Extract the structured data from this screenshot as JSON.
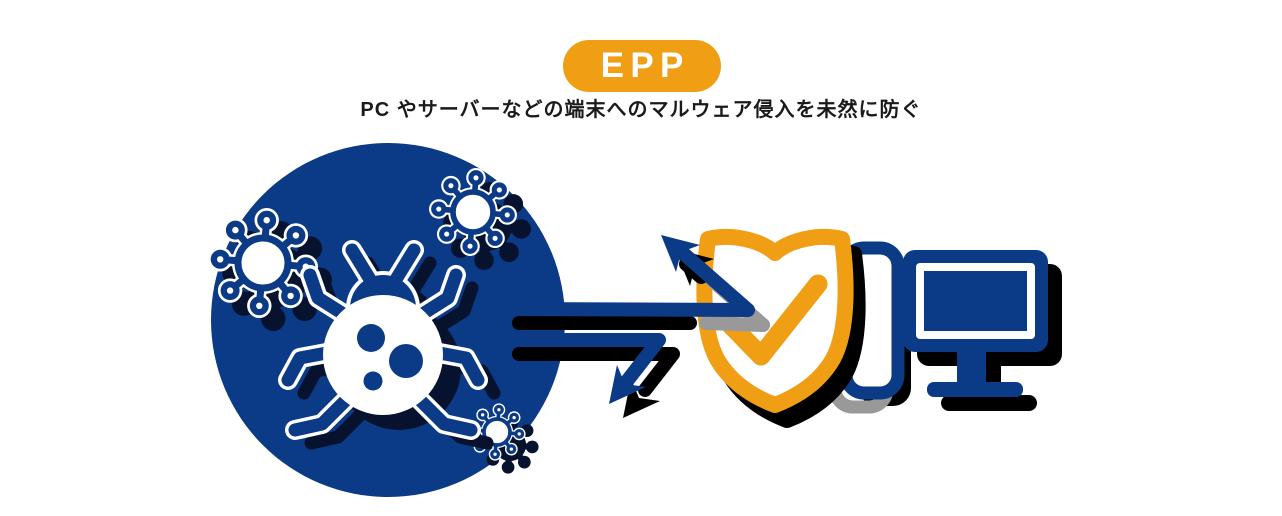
{
  "header": {
    "badge_label": "EPP",
    "subtitle": "PC やサーバーなどの端末へのマルウェア侵入を未然に防ぐ"
  },
  "colors": {
    "primary_blue": "#0B3A86",
    "navy_shadow": "#07122E",
    "accent_orange": "#F09E14",
    "gray_shadow": "#999999",
    "black_shadow": "#000000",
    "background": "#FFFFFF",
    "text": "#1A1A1A"
  },
  "illustration": {
    "icons": [
      "malware-sphere",
      "virus-icon",
      "bug-icon",
      "attack-arrow-icon",
      "shield-check-icon",
      "server-icon",
      "monitor-icon"
    ],
    "meaning": "Malware attacks are blocked by the endpoint protection shield before reaching the PC/server"
  }
}
